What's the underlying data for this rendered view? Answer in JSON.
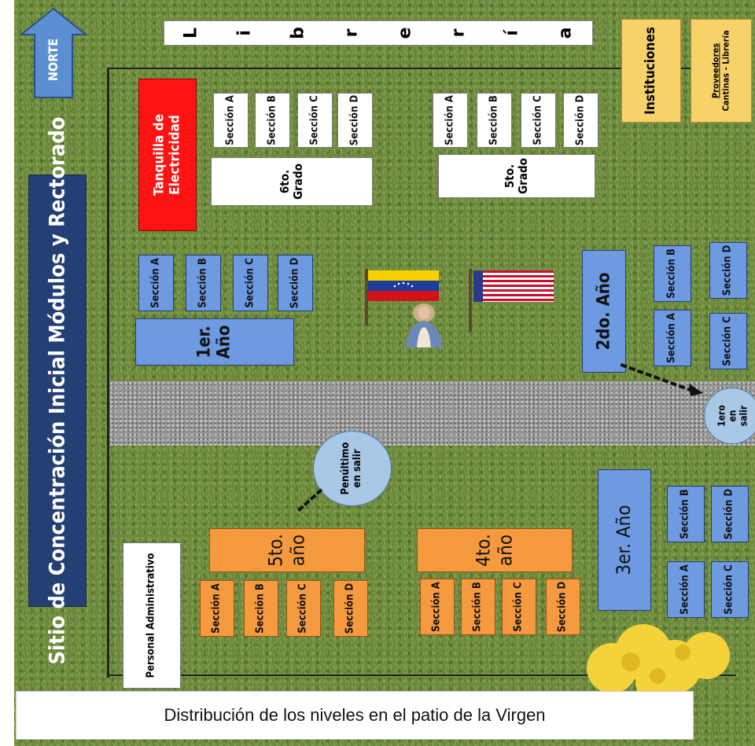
{
  "north_label": "NORTE",
  "library": {
    "letters": [
      "L",
      "i",
      "b",
      "r",
      "e",
      "r",
      "í",
      "a"
    ]
  },
  "instituciones": "Instituciones",
  "proveedores": {
    "line1": "Proveedores",
    "line2": "Cantinas - Librería"
  },
  "concentration_site": "Sitio de Concentración Inicial Módulos y Rectorado",
  "tanquilla": {
    "line1": "Tanquilla de",
    "line2": "Electricidad"
  },
  "levels": {
    "sexto_grado": {
      "line1": "6to.",
      "line2": "Grado"
    },
    "quinto_grado": {
      "line1": "5to.",
      "line2": "Grado"
    },
    "primer_ano": {
      "line1": "1er.",
      "line2": "Año"
    },
    "segundo_ano": "2do. Año",
    "tercer_ano": "3er. Año",
    "cuarto_ano": {
      "line1": "4to.",
      "line2": "año"
    },
    "quinto_ano": {
      "line1": "5to.",
      "line2": "año"
    }
  },
  "sections": {
    "a": "Sección A",
    "b": "Sección B",
    "c": "Sección C",
    "d": "Sección D"
  },
  "penultimo": {
    "line1": "Penúltimo",
    "line2": "en salir"
  },
  "primero": {
    "line1": "1ero",
    "line2": "en",
    "line3": "salir"
  },
  "personal_administrativo": "Personal Administrativo",
  "caption": "Distribución de los niveles en el patio de la Virgen",
  "colors": {
    "grass": "#6c8a3c",
    "section_blue": "#6d9ae0",
    "section_orange": "#f59a3f",
    "yellow": "#f7d16a",
    "red": "#ff1212",
    "path": "#9a9a98"
  }
}
